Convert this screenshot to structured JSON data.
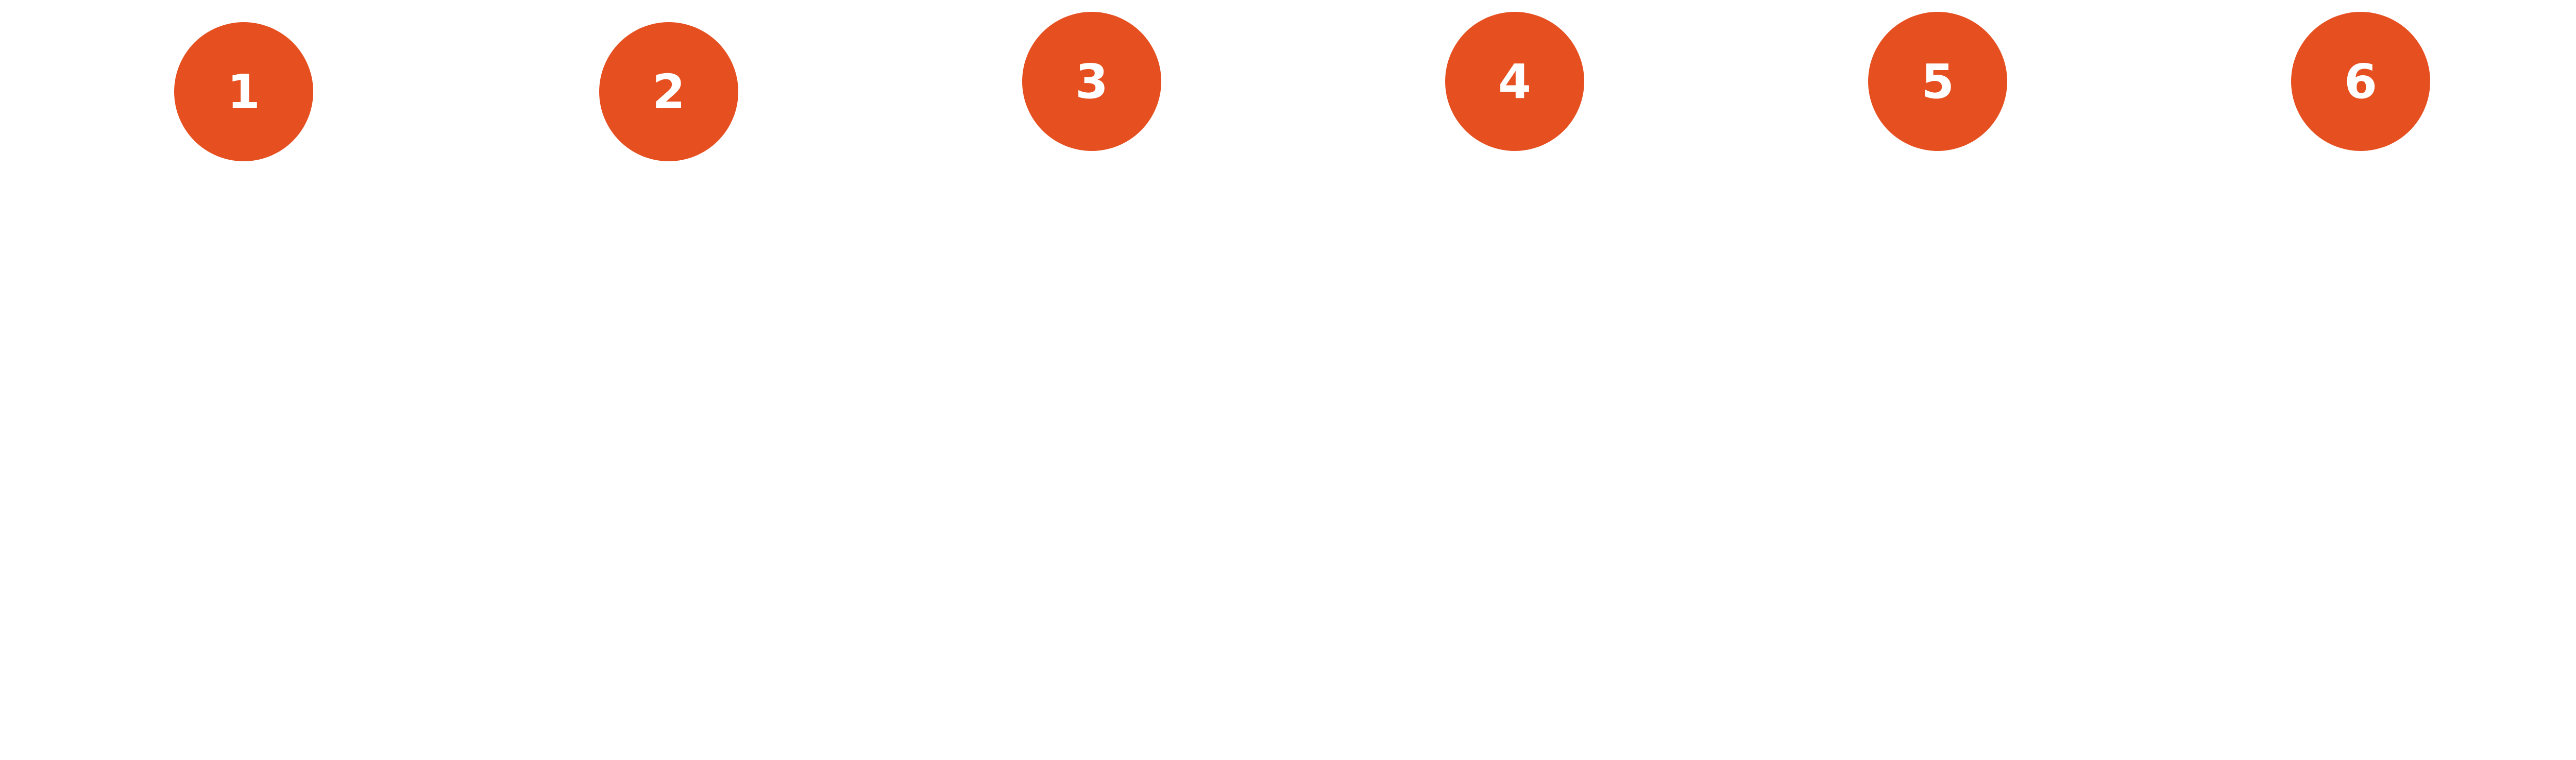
{
  "accent_color": "#E65021",
  "steps": [
    {
      "label": "1"
    },
    {
      "label": "2"
    },
    {
      "label": "3"
    },
    {
      "label": "4"
    },
    {
      "label": "5"
    },
    {
      "label": "6"
    }
  ]
}
